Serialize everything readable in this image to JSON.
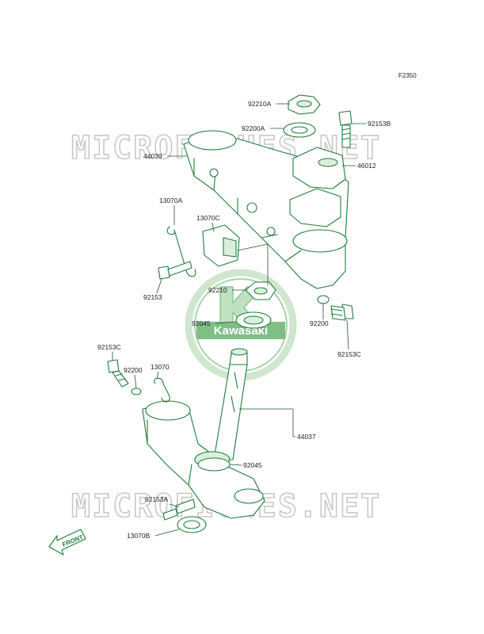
{
  "figure_code": "F2350",
  "watermark_text": "MICROFICHES.NET",
  "logo_text": "Kawasaki",
  "logo_letter": "K",
  "front_label": "FRONT",
  "callouts": {
    "c92210A": "92210A",
    "c92200A": "92200A",
    "c92153B": "92153B",
    "c44039": "44039",
    "c46012": "46012",
    "c13070A": "13070A",
    "c13070C": "13070C",
    "c92153_left": "92153",
    "c92210": "92210",
    "c92045_top": "92045",
    "c92200_right": "92200",
    "c92153C_right": "92153C",
    "c92153C_left": "92153C",
    "c92200_left": "92200",
    "c13070": "13070",
    "c44037": "44037",
    "c92045_bottom": "92045",
    "c92153A": "92153A",
    "c13070B": "13070B"
  },
  "colors": {
    "line_art": "#1f7d3a",
    "watermark": "#c9c9c9",
    "logo_green": "#3fa34d"
  }
}
